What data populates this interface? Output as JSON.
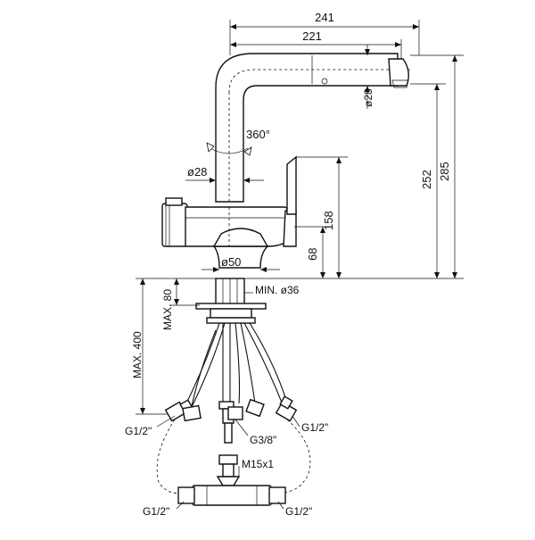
{
  "dimensions": {
    "overall_reach": "241",
    "spout_reach": "221",
    "spout_diameter": "ø28",
    "rotation": "360°",
    "body_diameter": "ø28",
    "height_to_outlet": "252",
    "overall_height": "285",
    "lever_height": "158",
    "base_height": "68",
    "base_diameter": "ø50",
    "max_deck_thickness": "MAX. 80",
    "min_hole": "MIN. ø36",
    "max_hose_length": "MAX. 400",
    "conn_left": "G1/2\"",
    "conn_center": "G3/8\"",
    "conn_right": "G1/2\"",
    "tee_thread": "M15x1",
    "tee_left": "G1/2\"",
    "tee_right": "G1/2\""
  }
}
